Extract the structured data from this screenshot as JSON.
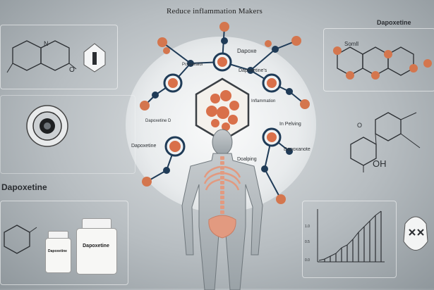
{
  "header": {
    "title": "Reduce inflammation Makers"
  },
  "center": {
    "labels": [
      "Dapoxe",
      "Pcosexaidi",
      "Dapoxetine's",
      "Inflammation",
      "Dapoxetine D",
      "In Pelving",
      "Dapoxanote",
      "Dapoxetine",
      "Doalping"
    ]
  },
  "right_top": {
    "title": "Dapoxetine",
    "label": "Somll"
  },
  "left_middle": {
    "title": "Dapoxetine"
  },
  "bottles": {
    "left_label": "Dapoxetine",
    "right_label": "Dapoxetine"
  },
  "right_middle": {
    "oh_label": "OH",
    "o_label": "O"
  },
  "left_top": {
    "o_label": "O",
    "n_label": "N"
  },
  "chart": {
    "tick_labels": [
      "1.0",
      "0.5",
      "0.0"
    ]
  },
  "colors": {
    "accent_orange": "#d4764e",
    "accent_navy": "#1f3b57",
    "skeleton": "#e29a80"
  }
}
